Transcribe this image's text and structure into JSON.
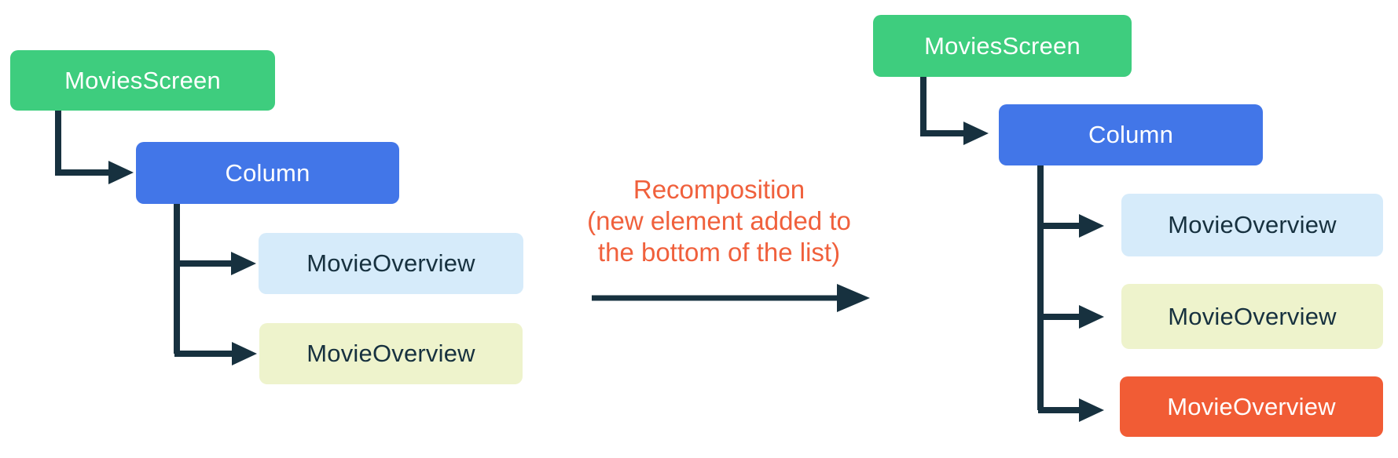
{
  "diagram": {
    "left_tree": {
      "root": "MoviesScreen",
      "child": "Column",
      "items": [
        "MovieOverview",
        "MovieOverview"
      ]
    },
    "right_tree": {
      "root": "MoviesScreen",
      "child": "Column",
      "items": [
        "MovieOverview",
        "MovieOverview",
        "MovieOverview"
      ]
    },
    "annotation": {
      "line1": "Recomposition",
      "line2": "(new element added to",
      "line3": "the bottom of the list)"
    }
  },
  "colors": {
    "screen-green": "#3ECD7E",
    "column-blue": "#4276E8",
    "item-blue": "#D6EBFA",
    "item-lime": "#EEF3CC",
    "item-orange": "#F15C35",
    "connector-navy": "#17313F",
    "annotation-orange": "#F0603C",
    "text-on-dark": "#FFFFFF",
    "text-on-light": "#17313F",
    "background": "#FFFFFF"
  }
}
